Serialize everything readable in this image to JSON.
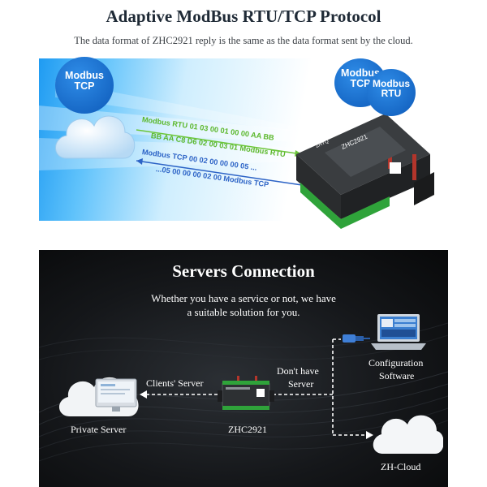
{
  "top": {
    "title": "Adaptive ModBus RTU/TCP Protocol",
    "subtitle": "The data format of ZHC2921 reply is the same as the data format sent by the cloud.",
    "bubble_left": [
      "Modbus",
      "TCP"
    ],
    "bubble_right_1": [
      "Modbus",
      "TCP"
    ],
    "bubble_right_2": [
      "Modbus",
      "RTU"
    ],
    "protocol_lines": [
      "Modbus RTU 01 03 00 01 00 00 AA BB",
      "BB AA C8  D6 02 00 03 01 Modbus RTU",
      "Modbus TCP 00 02 00 00 00 05 ...",
      "...05 00 00 00 02 00 Modbus TCP"
    ],
    "device_label": "ZHC2921",
    "device_brand": "ZHYQ"
  },
  "bottom": {
    "title": "Servers Connection",
    "subtitle_line1": "Whether you have a service or not, we have",
    "subtitle_line2": "a suitable solution for you.",
    "clients_server": "Clients' Server",
    "dont_have_1": "Don't have",
    "dont_have_2": "Server",
    "configuration_1": "Configuration",
    "configuration_2": "Software",
    "private_server": "Private Server",
    "device": "ZHC2921",
    "zh_cloud": "ZH-Cloud"
  },
  "colors": {
    "green_text": "#5cb82d",
    "blue_text": "#2c63c6",
    "bubble_blue": "#0d59b8",
    "dark_bg": "#15171a"
  }
}
